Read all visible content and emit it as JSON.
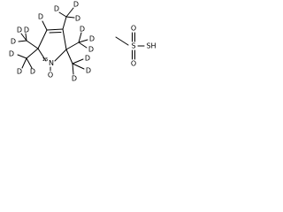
{
  "molecule_left": {
    "deuterium_label": "D",
    "nitrogen_label": "N",
    "nitrogen_isotope": "15",
    "oxygen_label": "O"
  },
  "molecule_right": {
    "sulfur_label": "S",
    "oxygen_label": "O",
    "thiol_label": "SH"
  },
  "colors": {
    "ink": "#000000",
    "background": "#ffffff"
  }
}
